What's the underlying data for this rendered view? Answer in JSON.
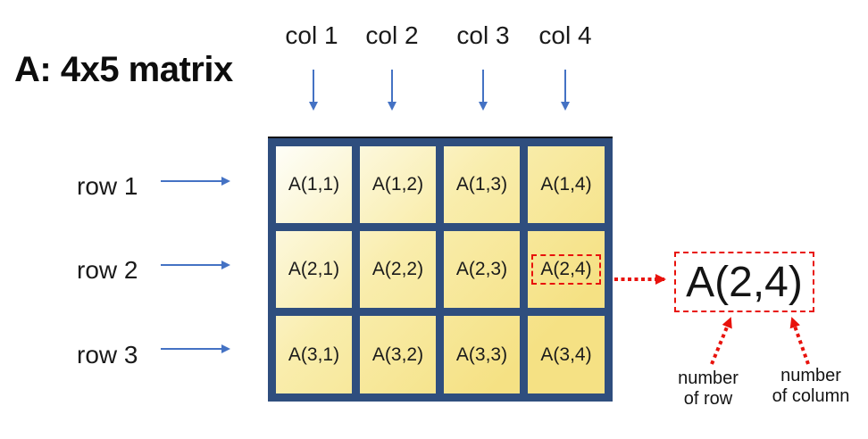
{
  "title": "A: 4x5 matrix",
  "column_labels": [
    "col 1",
    "col 2",
    "col 3",
    "col 4"
  ],
  "row_labels": [
    "row 1",
    "row 2",
    "row 3"
  ],
  "matrix": {
    "cells": [
      "A(1,1)",
      "A(1,2)",
      "A(1,3)",
      "A(1,4)",
      "A(2,1)",
      "A(2,2)",
      "A(2,3)",
      "A(2,4)",
      "A(3,1)",
      "A(3,2)",
      "A(3,3)",
      "A(3,4)"
    ],
    "highlighted_cell": "A(2,4)"
  },
  "callout": {
    "value": "A(2,4)",
    "row_note_lines": [
      "number",
      "of row"
    ],
    "col_note_lines": [
      "number",
      "of column"
    ]
  },
  "colors": {
    "grid_border": "#2F4E7E",
    "cell_gradient_start": "#FEFEF8",
    "cell_gradient_end": "#F5E184",
    "arrow_blue": "#4472C4",
    "accent_red": "#E8120C",
    "text": "#1A1A1A"
  }
}
